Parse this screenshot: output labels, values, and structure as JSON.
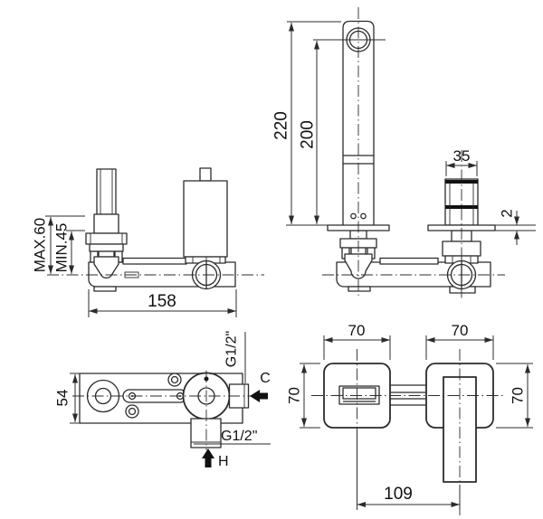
{
  "meta": {
    "background": "#ffffff",
    "line_color": "#2b2b2b",
    "text_color": "#111111",
    "arrow_color": "#111111"
  },
  "side_view": {
    "max_depth": "MAX.60",
    "min_depth": "MIN.45",
    "body_width": "158"
  },
  "front_view": {
    "total_height": "220",
    "outlet_height": "200",
    "handle_width": "35",
    "plate_thickness": "2"
  },
  "top_view": {
    "body_depth": "54",
    "cold_thread": "G1/2\"",
    "cold_label": "C",
    "hot_thread": "G1/2\"",
    "hot_label": "H"
  },
  "trim_view": {
    "left_plate_width": "70",
    "right_plate_width": "70",
    "left_plate_height": "70",
    "right_plate_height": "70",
    "center_distance": "109"
  }
}
